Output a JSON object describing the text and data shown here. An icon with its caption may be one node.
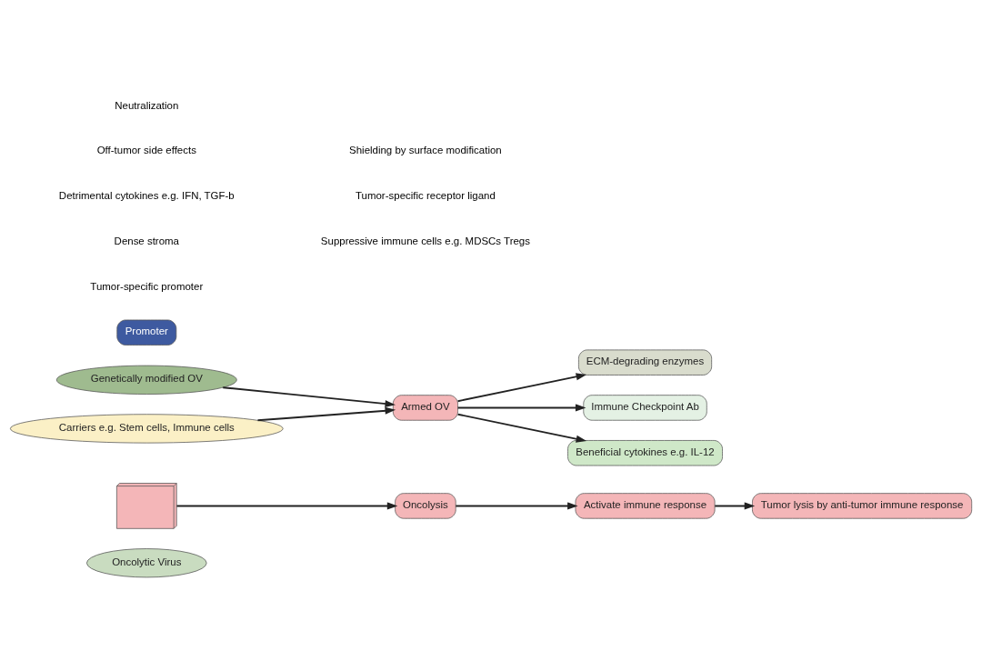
{
  "diagram": {
    "nodes": [
      {
        "text": [
          "Oncolytic Virus"
        ]
      },
      {
        "text": [],
        "shape": "picture"
      },
      {
        "text": [
          "Oncolysis"
        ]
      },
      {
        "text": [
          "Activate immune response"
        ]
      },
      {
        "text": [
          "Tumor lysis by anti-tumor immune response"
        ]
      },
      {
        "text": [
          "Genetically modified OV"
        ]
      },
      {
        "text": [
          "Armed OV"
        ]
      },
      {
        "text": [
          "ECM-degrading enzymes"
        ]
      },
      {
        "text": [
          "Immune Checkpoint Ab"
        ]
      },
      {
        "text": [
          "Beneficial cytokines e.g. IL-12"
        ]
      },
      {
        "text": [
          "Carriers e.g. Stem cells, Immune cells"
        ]
      },
      {
        "text": [
          "Promoter"
        ],
        "beside": [
          "Tumor-specific promoter"
        ]
      }
    ],
    "edges": [
      {
        "from": 1,
        "to": 2,
        "arrow": "to"
      },
      {
        "from": 2,
        "to": 3,
        "arrow": "to"
      },
      {
        "from": 3,
        "to": 4,
        "arrow": "to"
      },
      {
        "from": 5,
        "to": 6,
        "arrow": "to"
      },
      {
        "from": 10,
        "to": 6,
        "arrow": "to"
      },
      {
        "from": 6,
        "to": 7,
        "arrow": "to"
      },
      {
        "from": 6,
        "to": 8,
        "arrow": "to"
      },
      {
        "from": 6,
        "to": 9,
        "arrow": "to"
      }
    ],
    "labels": [
      "Dense stroma",
      "Suppressive immune cells e.g. MDSCs Tregs",
      "Detrimental cytokines e.g. IFN, TGF-b",
      "Tumor-specific receptor ligand",
      "Off-tumor side effects",
      "Shielding by surface modification",
      "Neutralization"
    ]
  }
}
